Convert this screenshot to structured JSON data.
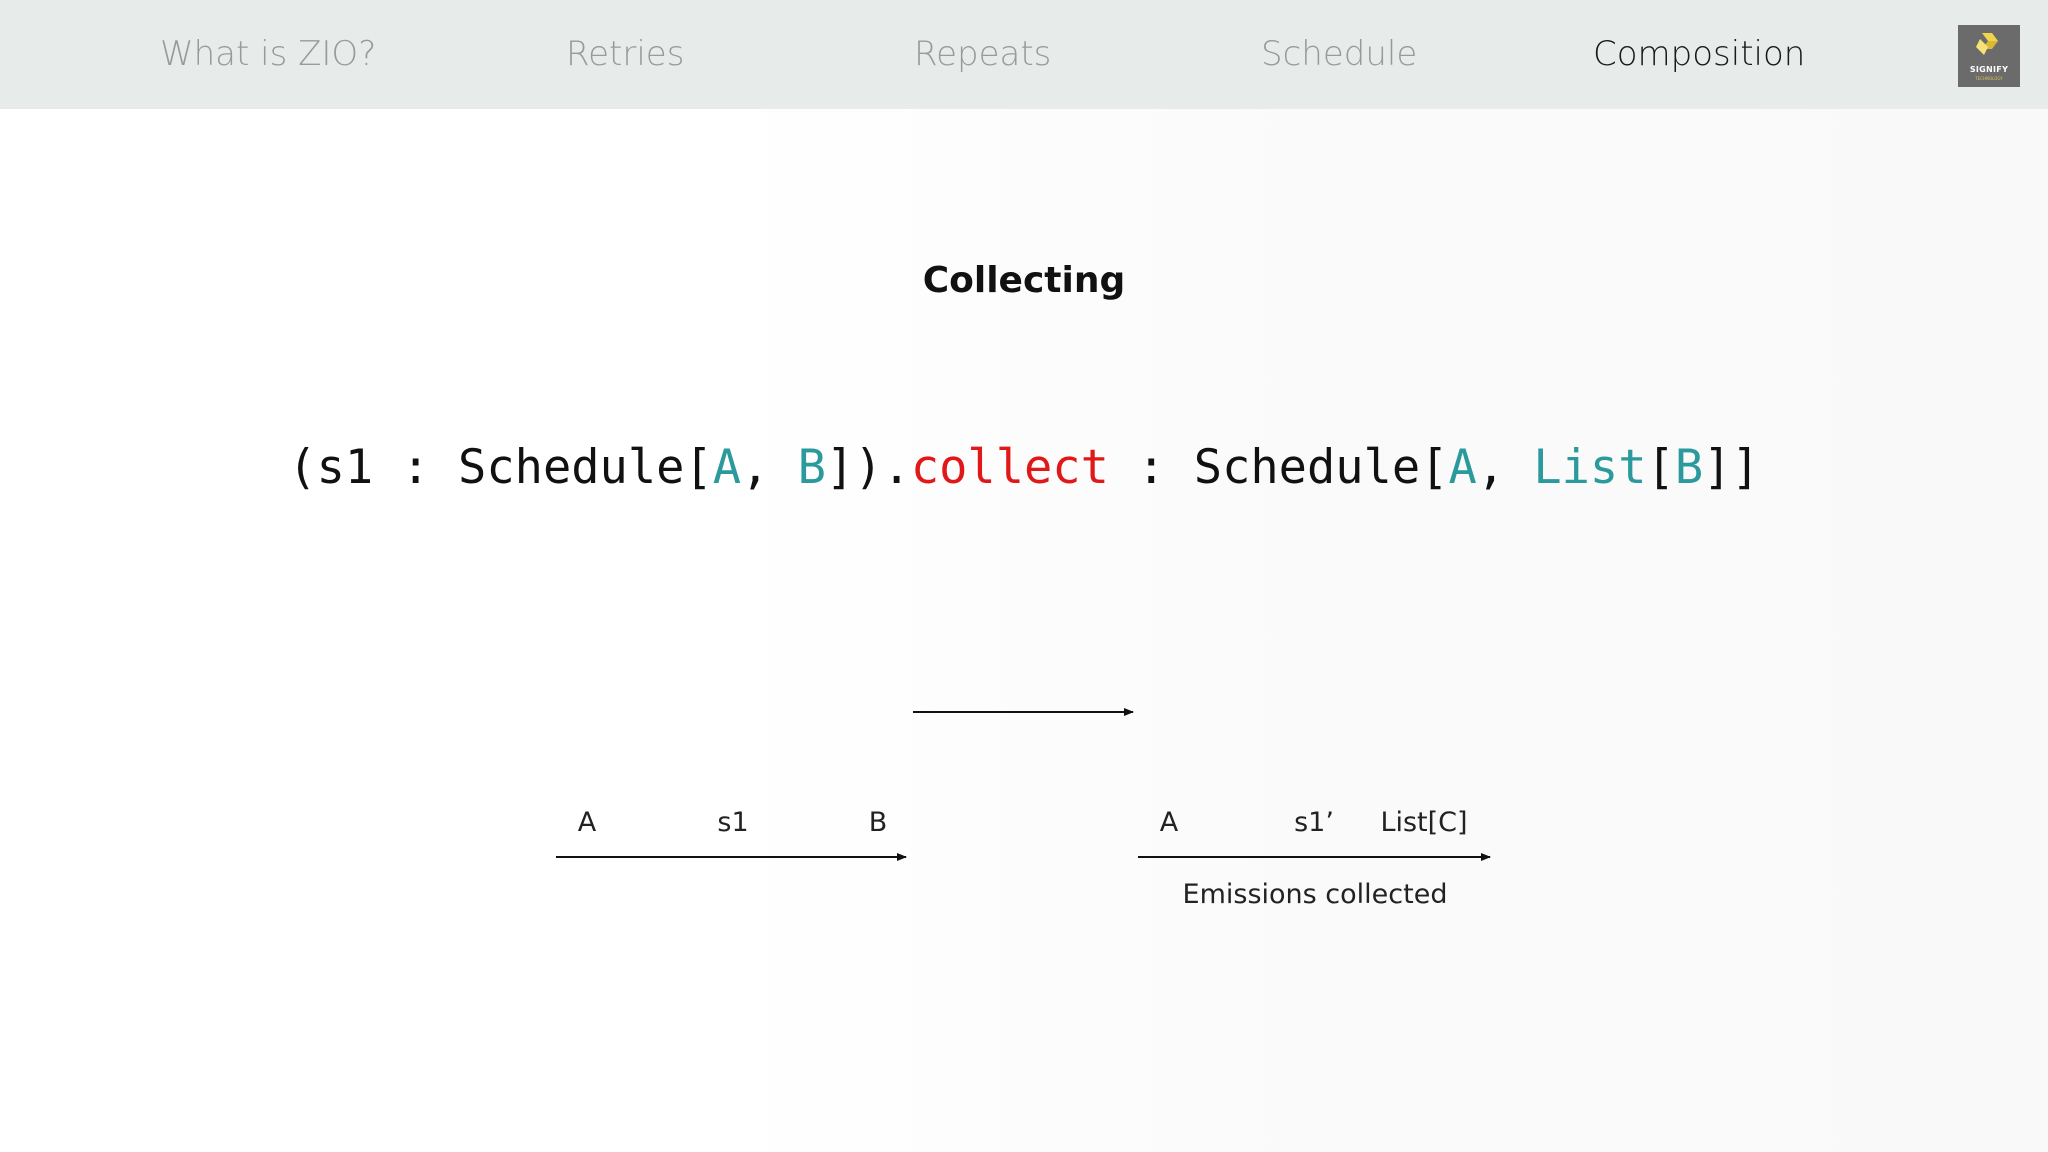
{
  "nav": {
    "items": [
      {
        "label": "What is ZIO?"
      },
      {
        "label": "Retries"
      },
      {
        "label": "Repeats"
      },
      {
        "label": "Schedule"
      },
      {
        "label": "Composition"
      }
    ],
    "active": "Composition",
    "logo_text": "SIGNIFY",
    "logo_sub": "TECHNOLOGY"
  },
  "slide": {
    "title": "Collecting",
    "code": {
      "open": "(s1 : Schedule[",
      "a1": "A",
      "comma1": ", ",
      "b1": "B",
      "mid": "]).",
      "method": "collect",
      "mid2": " : Schedule[",
      "a2": "A",
      "comma2": ", ",
      "list": "List",
      "lb": "[",
      "b2": "B",
      "close": "]]"
    }
  },
  "diagram": {
    "left": {
      "input": "A",
      "schedule": "s1",
      "output": "B"
    },
    "right": {
      "input": "A",
      "schedule": "s1’",
      "output": "List[C]",
      "caption": "Emissions collected"
    }
  },
  "colors": {
    "type": "#2a9a9c",
    "method": "#e01818",
    "nav_active": "#1a1a1a",
    "nav_inactive": "#9a9a9a",
    "nav_background": "#e7eceb"
  }
}
